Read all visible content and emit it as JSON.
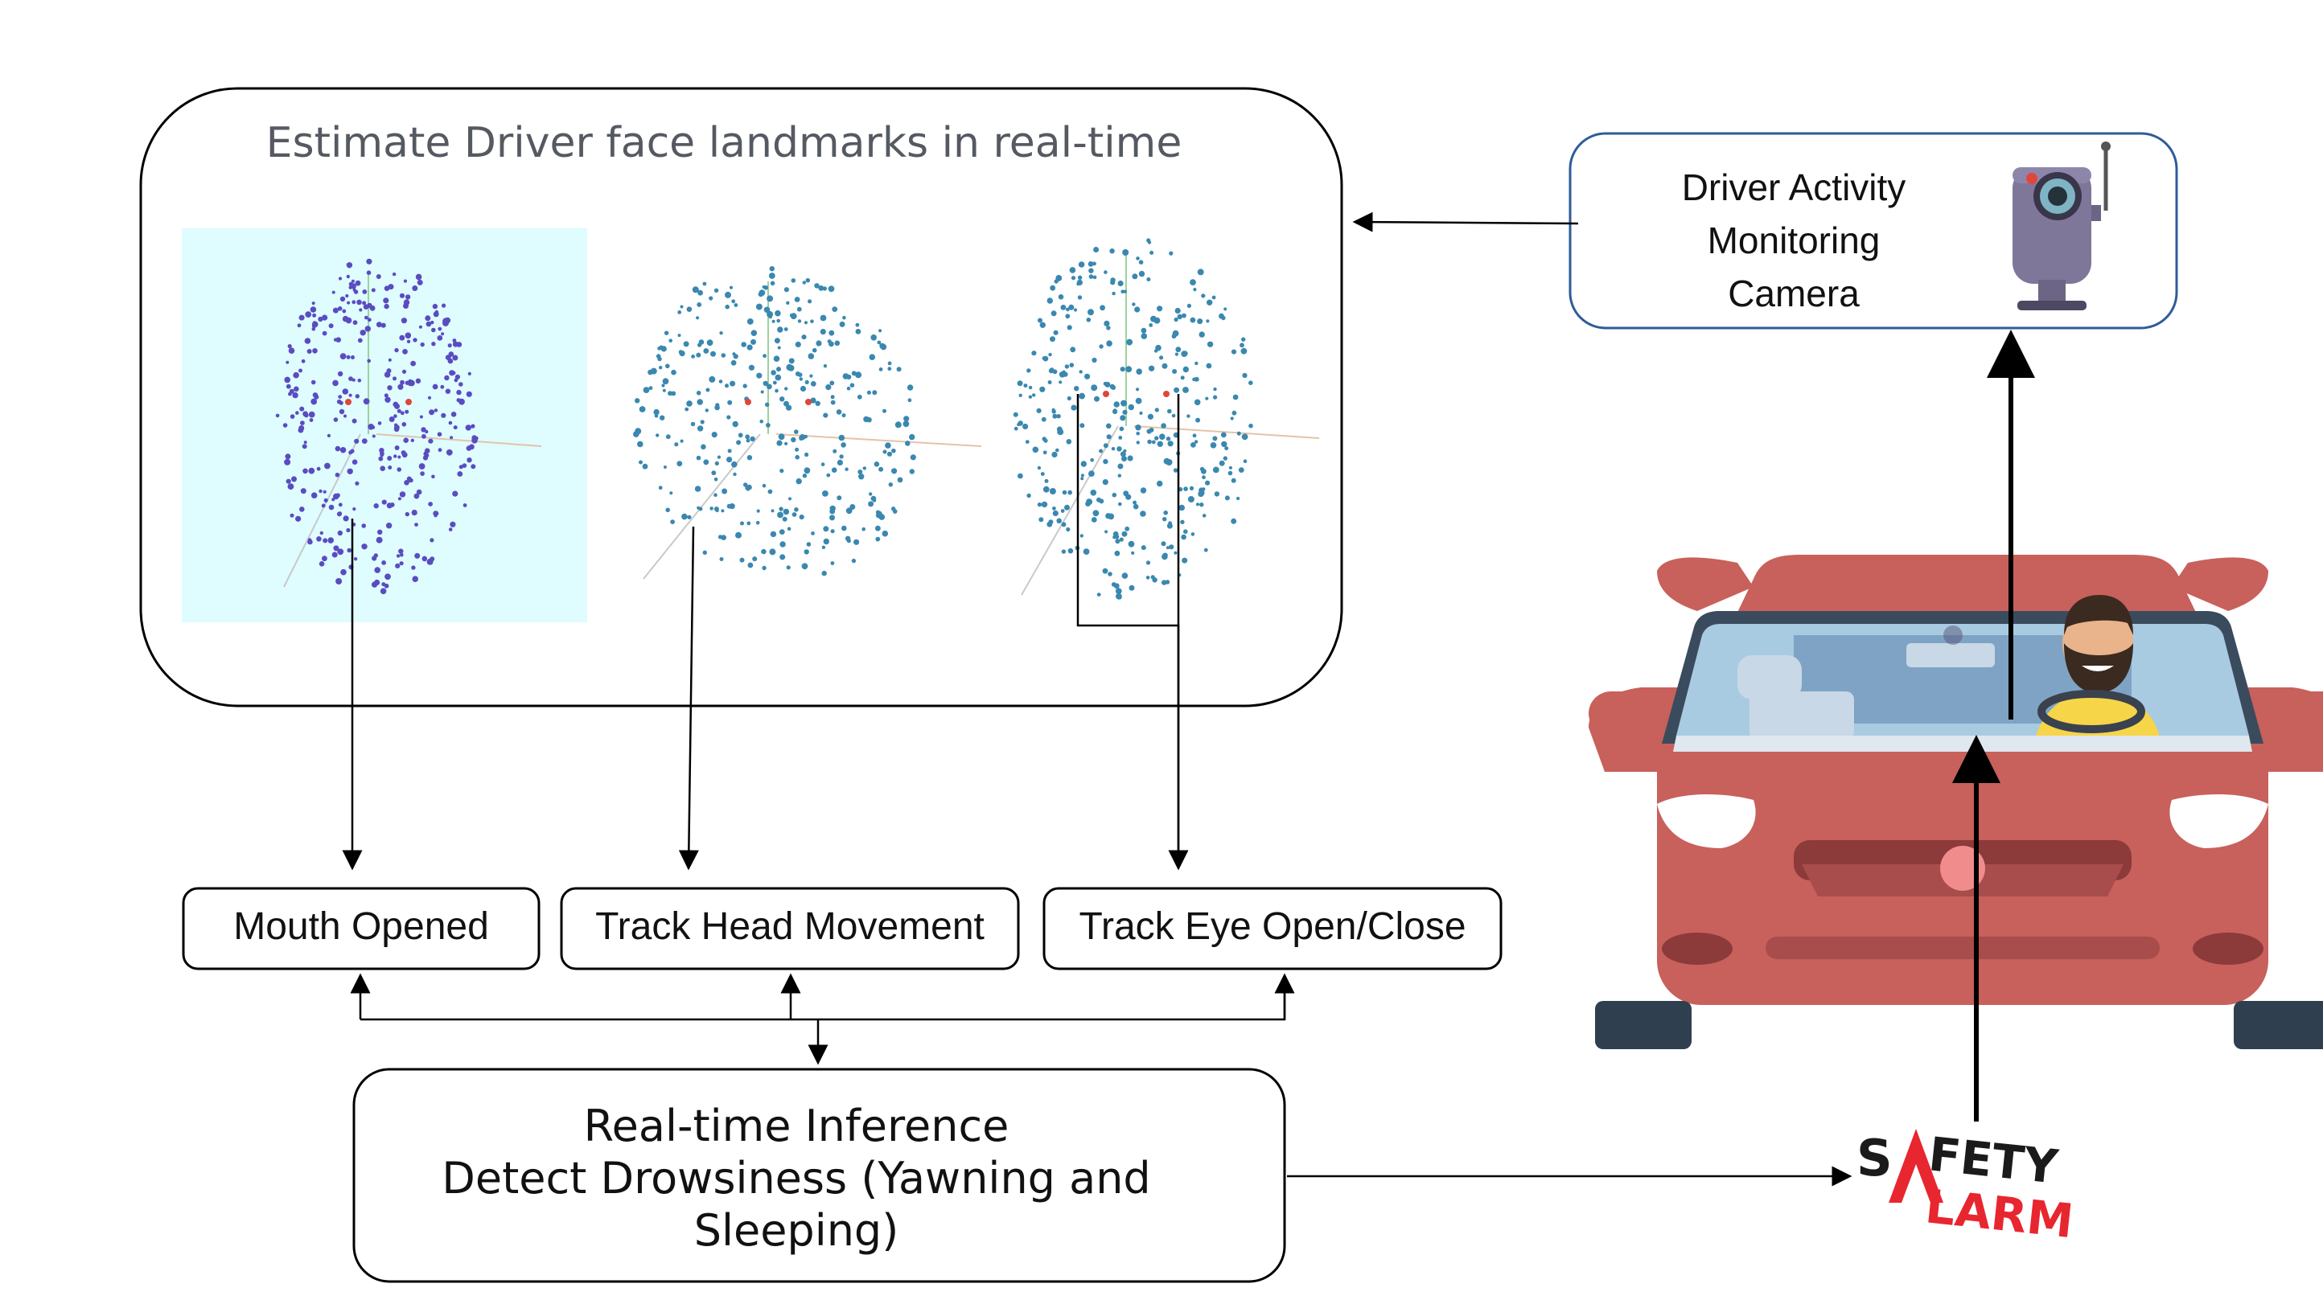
{
  "panel": {
    "title": "Estimate Driver face landmarks in real-time",
    "faces": [
      {
        "name": "face-mesh-side-view"
      },
      {
        "name": "face-mesh-tilted-view"
      },
      {
        "name": "face-mesh-frontal-view"
      }
    ]
  },
  "camera": {
    "lines": [
      "Driver Activity",
      "Monitoring",
      "Camera"
    ],
    "icon": "security-camera-icon"
  },
  "detectors": {
    "mouth": "Mouth Opened",
    "head": "Track Head Movement",
    "eye": "Track Eye Open/Close"
  },
  "inference": {
    "lines": [
      "Real-time Inference",
      "Detect Drowsiness (Yawning and",
      "Sleeping)"
    ]
  },
  "alarm": {
    "logo_text": "SAFETY ALARM",
    "colors": {
      "dark": "#1b1b1b",
      "red": "#e8262f"
    }
  },
  "car": {
    "icon": "car-with-driver-icon",
    "colors": {
      "body": "#c8605c",
      "dark": "#2f3f4f",
      "glass": "#a9cbe2",
      "shirt": "#f7d548"
    }
  },
  "colors": {
    "mesh_purple": "#5a4cc0",
    "mesh_blue": "#3a88b0",
    "panel_bg": "#dffcff",
    "camera_border": "#2e5c99"
  }
}
